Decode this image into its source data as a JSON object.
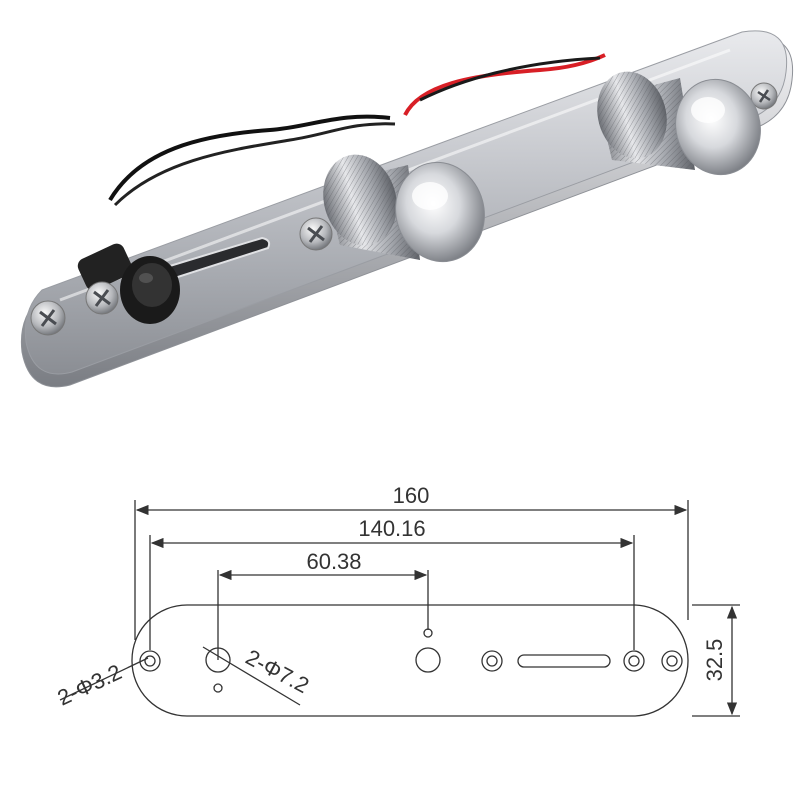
{
  "photo": {
    "subject": "chrome guitar control plate with 3-way selector switch, two knurled knobs and wiring",
    "colors": {
      "chrome_light": "#f4f4f6",
      "chrome_mid": "#b9bbc0",
      "chrome_dark": "#6f7278",
      "switch_tip": "#1a1a1a",
      "wire_red": "#d81f26",
      "wire_black": "#111111"
    }
  },
  "drawing": {
    "dimensions": {
      "overall_length": "160",
      "outer_hole_spacing": "140.16",
      "knob_spacing": "60.38",
      "plate_width": "32.5",
      "mount_hole_note": "2-Φ3.2",
      "pot_hole_note": "2-Φ7.2"
    },
    "line_color": "#333333"
  }
}
